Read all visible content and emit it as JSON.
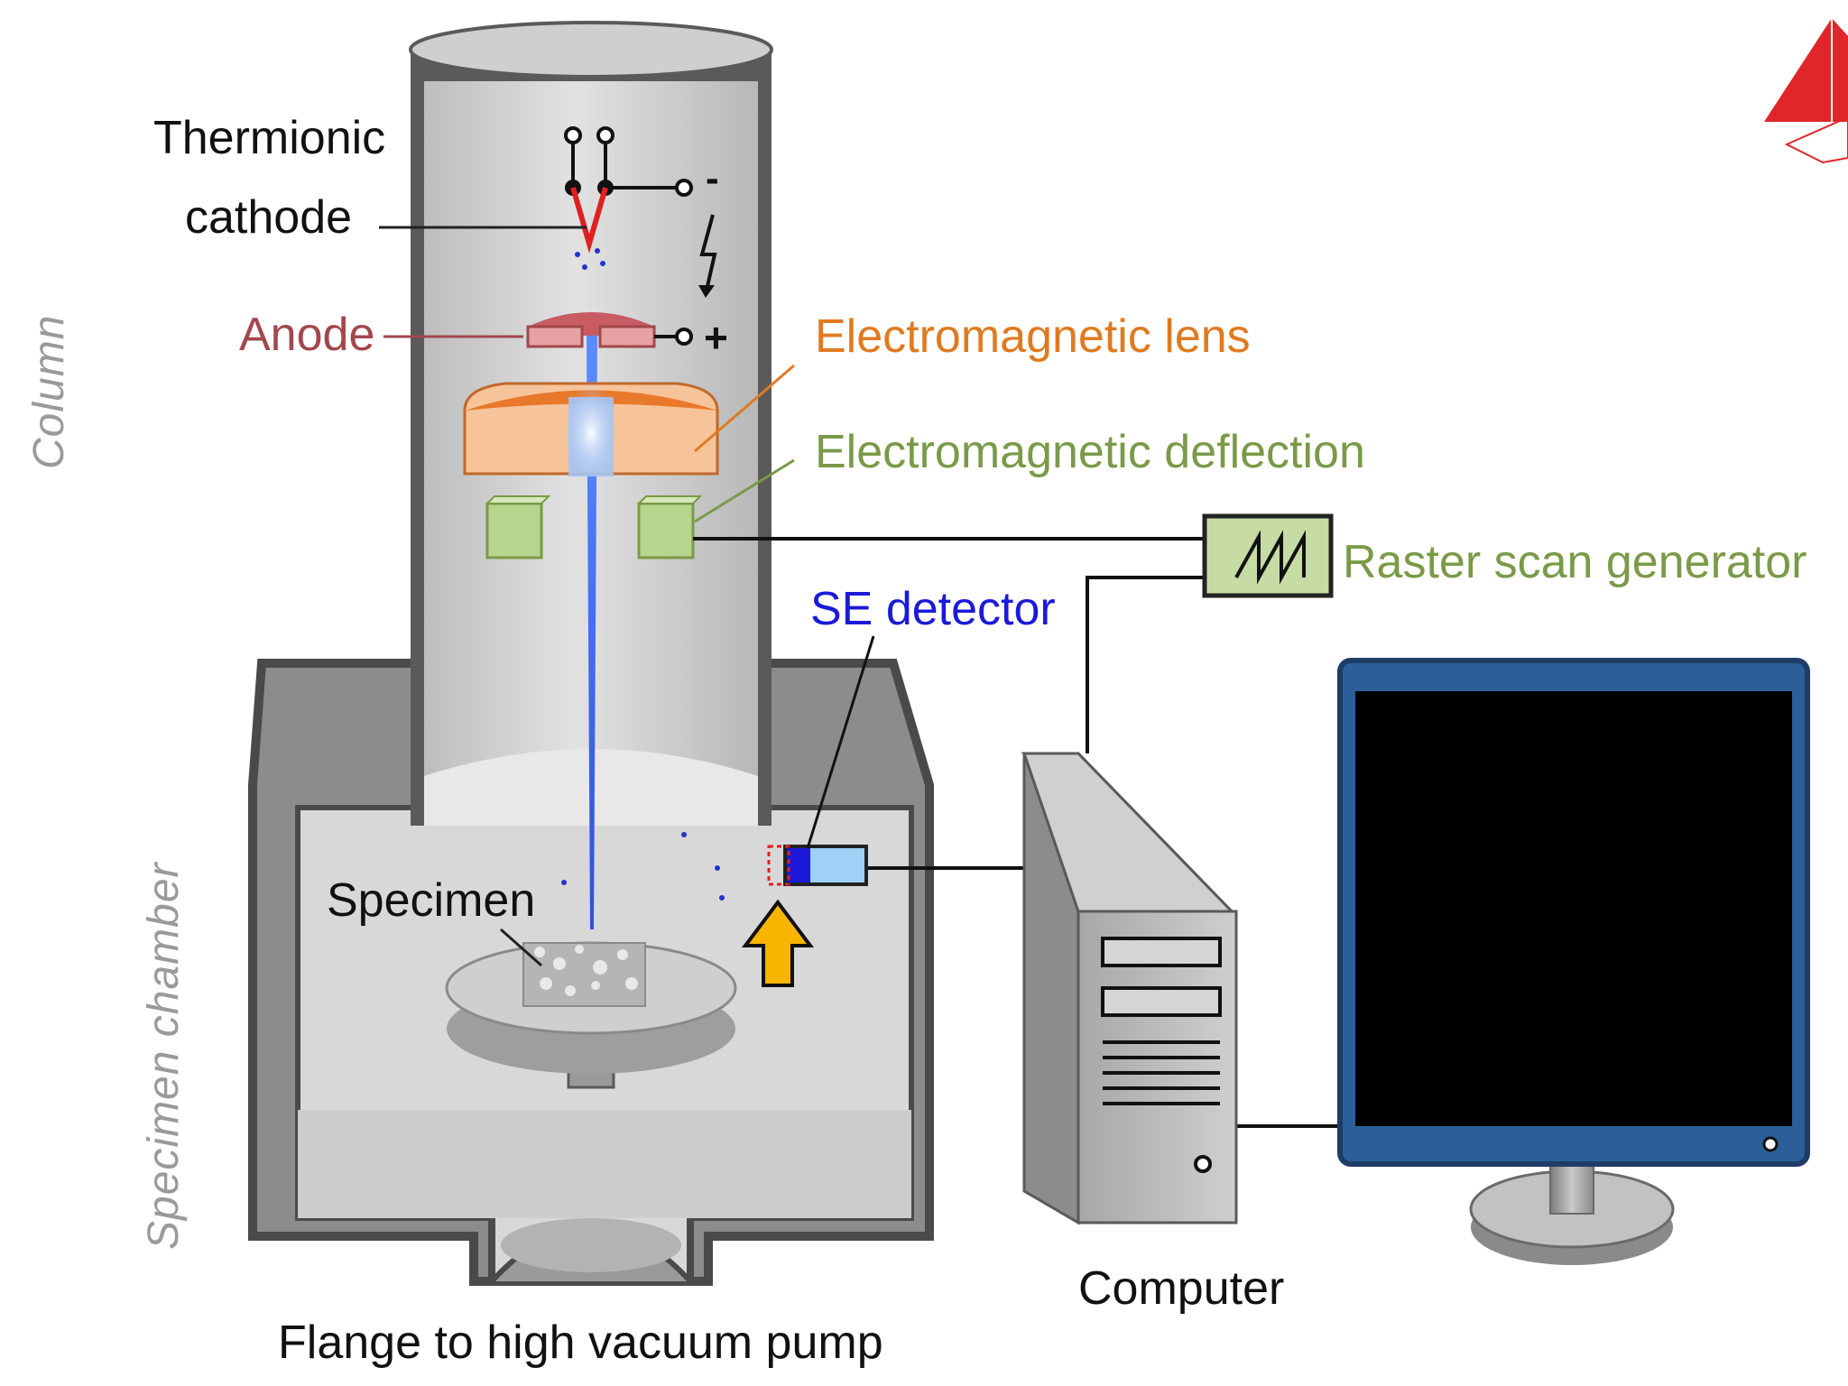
{
  "diagram": {
    "labels": {
      "cathode_line1": "Thermionic",
      "cathode_line2": "cathode",
      "cathode_minus": "-",
      "anode": "Anode",
      "anode_plus": "+",
      "lens": "Electromagnetic lens",
      "deflection": "Electromagnetic deflection",
      "raster": "Raster scan generator",
      "se_detector": "SE detector",
      "specimen": "Specimen",
      "computer": "Computer",
      "flange": "Flange to high vacuum pump",
      "column": "Column",
      "chamber": "Specimen chamber"
    },
    "colors": {
      "housing_outline": "#5a5a5a",
      "housing_fill": "#cfcfcf",
      "lens": "#f39a55",
      "deflection": "#a9c97c",
      "deflection_text": "#7a9a48",
      "lens_text": "#e07a20",
      "anode_text": "#a2474c",
      "se_text": "#1a1ad8",
      "beam": "#3c6cf0",
      "monitor_frame": "#1f3c66",
      "logo": "#e0262a",
      "arrow": "#f7b500"
    },
    "icons": {
      "raster": "sawtooth-wave-icon",
      "logo": "red-pyramid-logo",
      "arrow": "upward-arrow-icon"
    }
  }
}
